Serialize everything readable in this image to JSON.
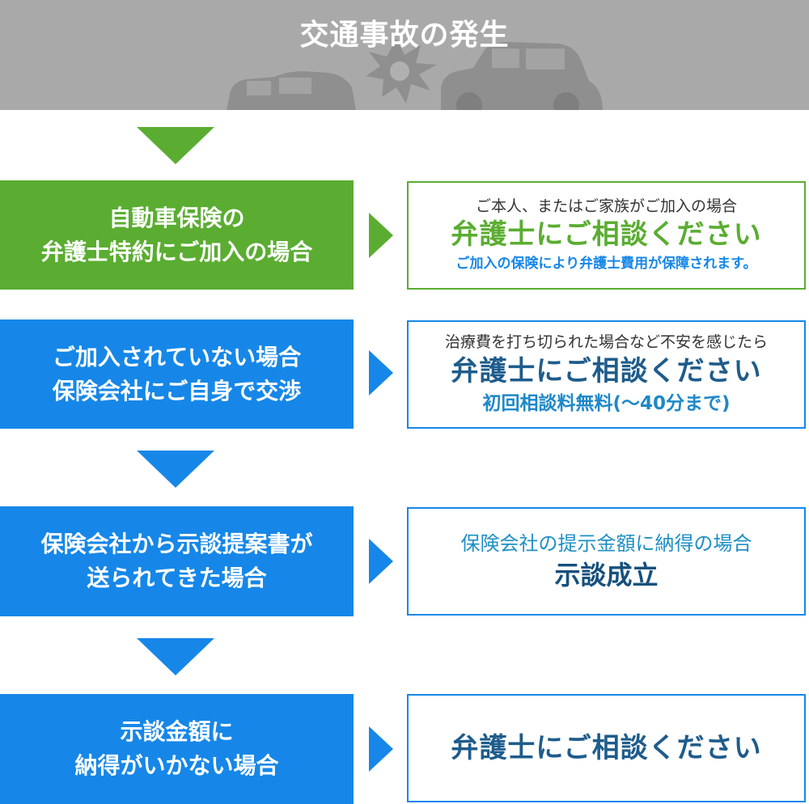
{
  "header": {
    "title": "交通事故の発生"
  },
  "steps": [
    {
      "left_lines": [
        "自動車保険の",
        "弁護士特約にご加入の場合"
      ],
      "right": {
        "top": "ご本人、またはご家族がご加入の場合",
        "main": "弁護士にご相談ください",
        "note": "ご加入の保険により弁護士費用が保障されます。"
      }
    },
    {
      "left_lines": [
        "ご加入されていない場合",
        "保険会社にご自身で交渉"
      ],
      "right": {
        "top": "治療費を打ち切られた場合など不安を感じたら",
        "main": "弁護士にご相談ください",
        "note": "初回相談料無料(～40分まで)"
      }
    },
    {
      "left_lines": [
        "保険会社から示談提案書が",
        "送られてきた場合"
      ],
      "right": {
        "top": "保険会社の提示金額に納得の場合",
        "main": "示談成立"
      }
    },
    {
      "left_lines": [
        "示談金額に",
        "納得がいかない場合"
      ],
      "right": {
        "main": "弁護士にご相談ください"
      }
    }
  ],
  "colors": {
    "header_bg": "#a9a9a9",
    "green": "#5aad31",
    "blue": "#1687e8",
    "navy": "#1e5c8c"
  }
}
